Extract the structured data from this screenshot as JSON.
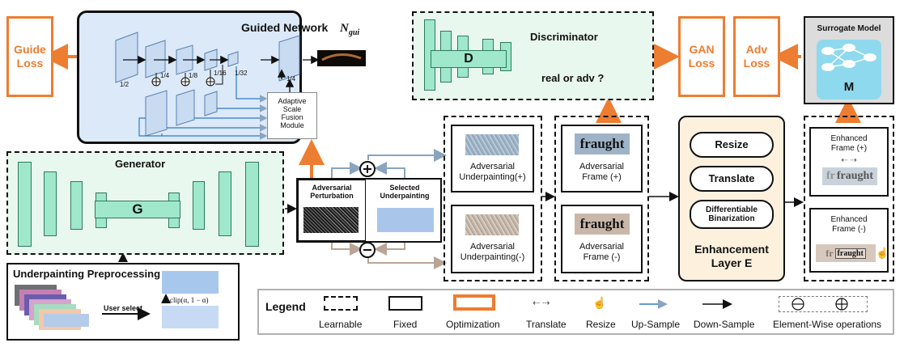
{
  "guide_loss": "Guide\nLoss",
  "guided_network": {
    "title": "Guided Network",
    "symbol": "N",
    "symbol_sub": "gui",
    "scales": [
      "1/2",
      "1/4",
      "1/8",
      "1/16",
      "1/32",
      "1/4"
    ],
    "fusion_module": "Adaptive\nScale\nFusion\nModule"
  },
  "discriminator": {
    "title": "Discriminator",
    "letter": "D",
    "question": "real or adv ?"
  },
  "gan_loss": "GAN\nLoss",
  "adv_loss": "Adv\nLoss",
  "surrogate": {
    "title": "Surrogate Model",
    "letter": "M"
  },
  "generator": {
    "title": "Generator",
    "letter": "G"
  },
  "perturbation": {
    "label": "Adversarial\nPerturbation"
  },
  "selected": {
    "label": "Selected\nUnderpainting"
  },
  "adv_underpainting_pos": "Adversarial\nUnderpainting(+)",
  "adv_underpainting_neg": "Adversarial\nUnderpainting(-)",
  "adv_frame_pos": {
    "word": "fraught",
    "label": "Adversarial\nFrame (+)"
  },
  "adv_frame_neg": {
    "word": "fraught",
    "label": "Adversarial\nFrame (-)"
  },
  "enhancement": {
    "ops": [
      "Resize",
      "Translate",
      "Differentiable\nBinarization"
    ],
    "title": "Enhancement\nLayer E"
  },
  "enhanced_pos": {
    "label": "Enhanced\nFrame (+)",
    "word": "fraught",
    "ghost": "fr"
  },
  "enhanced_neg": {
    "label": "Enhanced\nFrame (-)",
    "word": "fraught",
    "ghost": "fr"
  },
  "preprocessing": {
    "title": "Underpainting Preprocessing",
    "action": "User select",
    "clip": "clip(α, 1 − α)"
  },
  "legend": {
    "title": "Legend",
    "items": [
      "Learnable",
      "Fixed",
      "Optimization",
      "Translate",
      "Resize",
      "Up-Sample",
      "Down-Sample",
      "Element-Wise operations"
    ]
  }
}
